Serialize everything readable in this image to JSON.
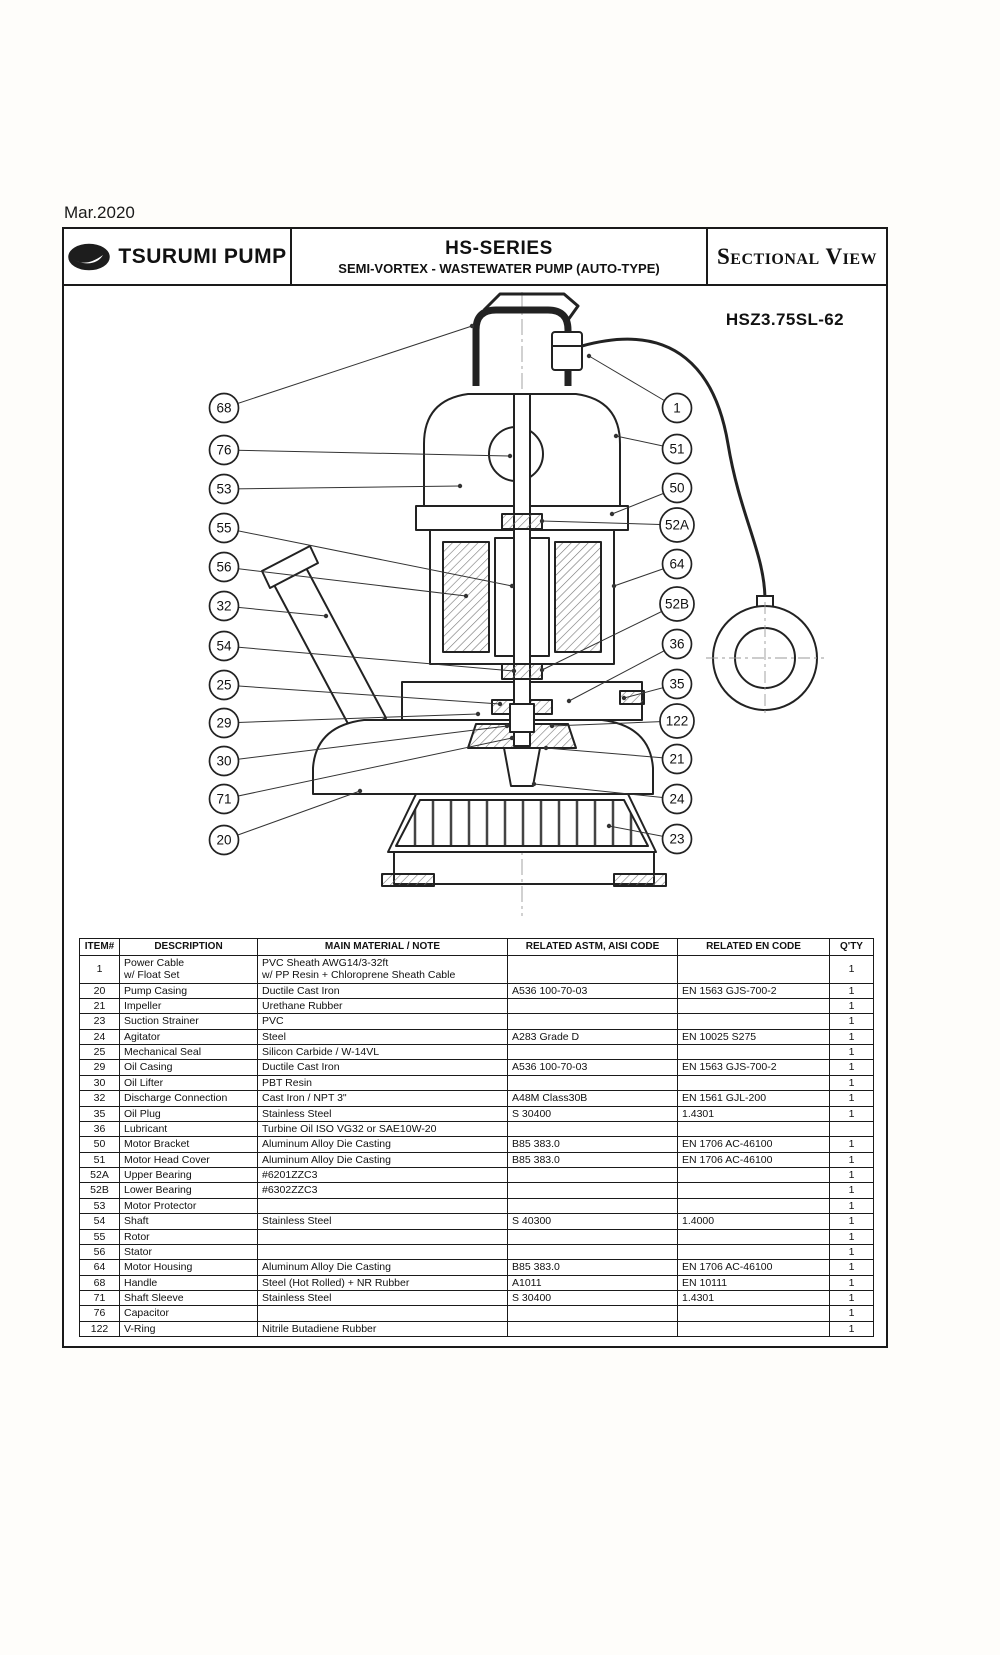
{
  "page": {
    "date": "Mar.2020"
  },
  "header": {
    "brand": "TSURUMI PUMP",
    "series": "HS-SERIES",
    "subtitle": "SEMI-VORTEX - WASTEWATER PUMP (AUTO-TYPE)",
    "view_label": "Sectional View"
  },
  "diagram": {
    "model": "HSZ3.75SL-62",
    "callouts_left": [
      "68",
      "76",
      "53",
      "55",
      "56",
      "32",
      "54",
      "25",
      "29",
      "30",
      "71",
      "20"
    ],
    "callouts_right": [
      "1",
      "51",
      "50",
      "52A",
      "64",
      "52B",
      "36",
      "35",
      "122",
      "21",
      "24",
      "23"
    ]
  },
  "table": {
    "headers": [
      "ITEM#",
      "DESCRIPTION",
      "MAIN MATERIAL / NOTE",
      "RELATED ASTM, AISI CODE",
      "RELATED EN CODE",
      "Q'TY"
    ],
    "rows": [
      {
        "item": "1",
        "description": "Power Cable\nw/ Float Set",
        "material": "PVC Sheath AWG14/3-32ft\nw/ PP Resin + Chloroprene Sheath Cable",
        "astm": "",
        "en": "",
        "qty": "1"
      },
      {
        "item": "20",
        "description": "Pump Casing",
        "material": "Ductile Cast Iron",
        "astm": "A536 100-70-03",
        "en": "EN 1563 GJS-700-2",
        "qty": "1"
      },
      {
        "item": "21",
        "description": "Impeller",
        "material": "Urethane Rubber",
        "astm": "",
        "en": "",
        "qty": "1"
      },
      {
        "item": "23",
        "description": "Suction Strainer",
        "material": "PVC",
        "astm": "",
        "en": "",
        "qty": "1"
      },
      {
        "item": "24",
        "description": "Agitator",
        "material": "Steel",
        "astm": "A283 Grade D",
        "en": "EN 10025 S275",
        "qty": "1"
      },
      {
        "item": "25",
        "description": "Mechanical Seal",
        "material": "Silicon Carbide / W-14VL",
        "astm": "",
        "en": "",
        "qty": "1"
      },
      {
        "item": "29",
        "description": "Oil Casing",
        "material": "Ductile Cast Iron",
        "astm": "A536 100-70-03",
        "en": "EN 1563 GJS-700-2",
        "qty": "1"
      },
      {
        "item": "30",
        "description": "Oil Lifter",
        "material": "PBT Resin",
        "astm": "",
        "en": "",
        "qty": "1"
      },
      {
        "item": "32",
        "description": "Discharge Connection",
        "material": "Cast Iron / NPT 3\"",
        "astm": "A48M Class30B",
        "en": "EN 1561 GJL-200",
        "qty": "1"
      },
      {
        "item": "35",
        "description": "Oil Plug",
        "material": "Stainless Steel",
        "astm": "S 30400",
        "en": "1.4301",
        "qty": "1"
      },
      {
        "item": "36",
        "description": "Lubricant",
        "material": "Turbine Oil ISO VG32 or SAE10W-20",
        "astm": "",
        "en": "",
        "qty": ""
      },
      {
        "item": "50",
        "description": "Motor Bracket",
        "material": "Aluminum Alloy Die Casting",
        "astm": "B85 383.0",
        "en": "EN 1706 AC-46100",
        "qty": "1"
      },
      {
        "item": "51",
        "description": "Motor Head Cover",
        "material": "Aluminum Alloy Die Casting",
        "astm": "B85 383.0",
        "en": "EN 1706 AC-46100",
        "qty": "1"
      },
      {
        "item": "52A",
        "description": "Upper Bearing",
        "material": "#6201ZZC3",
        "astm": "",
        "en": "",
        "qty": "1"
      },
      {
        "item": "52B",
        "description": "Lower Bearing",
        "material": "#6302ZZC3",
        "astm": "",
        "en": "",
        "qty": "1"
      },
      {
        "item": "53",
        "description": "Motor Protector",
        "material": "",
        "astm": "",
        "en": "",
        "qty": "1"
      },
      {
        "item": "54",
        "description": "Shaft",
        "material": "Stainless Steel",
        "astm": "S 40300",
        "en": "1.4000",
        "qty": "1"
      },
      {
        "item": "55",
        "description": "Rotor",
        "material": "",
        "astm": "",
        "en": "",
        "qty": "1"
      },
      {
        "item": "56",
        "description": "Stator",
        "material": "",
        "astm": "",
        "en": "",
        "qty": "1"
      },
      {
        "item": "64",
        "description": "Motor Housing",
        "material": "Aluminum Alloy Die Casting",
        "astm": "B85 383.0",
        "en": "EN 1706 AC-46100",
        "qty": "1"
      },
      {
        "item": "68",
        "description": "Handle",
        "material": "Steel (Hot Rolled) + NR Rubber",
        "astm": "A1011",
        "en": "EN 10111",
        "qty": "1"
      },
      {
        "item": "71",
        "description": "Shaft Sleeve",
        "material": "Stainless Steel",
        "astm": "S 30400",
        "en": "1.4301",
        "qty": "1"
      },
      {
        "item": "76",
        "description": "Capacitor",
        "material": "",
        "astm": "",
        "en": "",
        "qty": "1"
      },
      {
        "item": "122",
        "description": "V-Ring",
        "material": "Nitrile Butadiene Rubber",
        "astm": "",
        "en": "",
        "qty": "1"
      }
    ]
  }
}
